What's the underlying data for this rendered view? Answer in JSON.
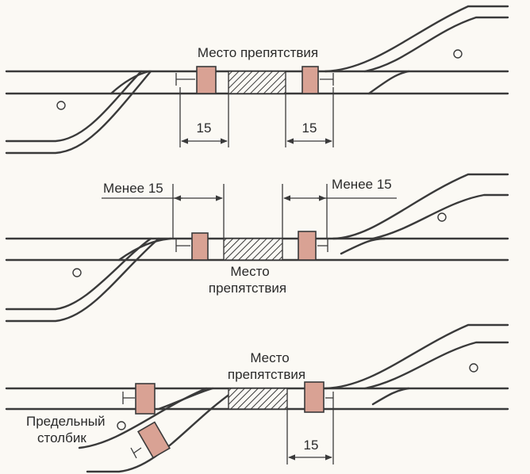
{
  "colors": {
    "signal_fill": "#d9a294",
    "line": "#3a3a3a",
    "background": "#fbf9f4"
  },
  "panel1": {
    "obstacle_label": "Место препятствия",
    "dim_left": "15",
    "dim_right": "15"
  },
  "panel2": {
    "dim_left": "Менее 15",
    "dim_right": "Менее 15",
    "obstacle_label_line1": "Место",
    "obstacle_label_line2": "препятствия"
  },
  "panel3": {
    "obstacle_label_line1": "Место",
    "obstacle_label_line2": "препятствия",
    "post_label_line1": "Предельный",
    "post_label_line2": "столбик",
    "dim_right": "15"
  }
}
